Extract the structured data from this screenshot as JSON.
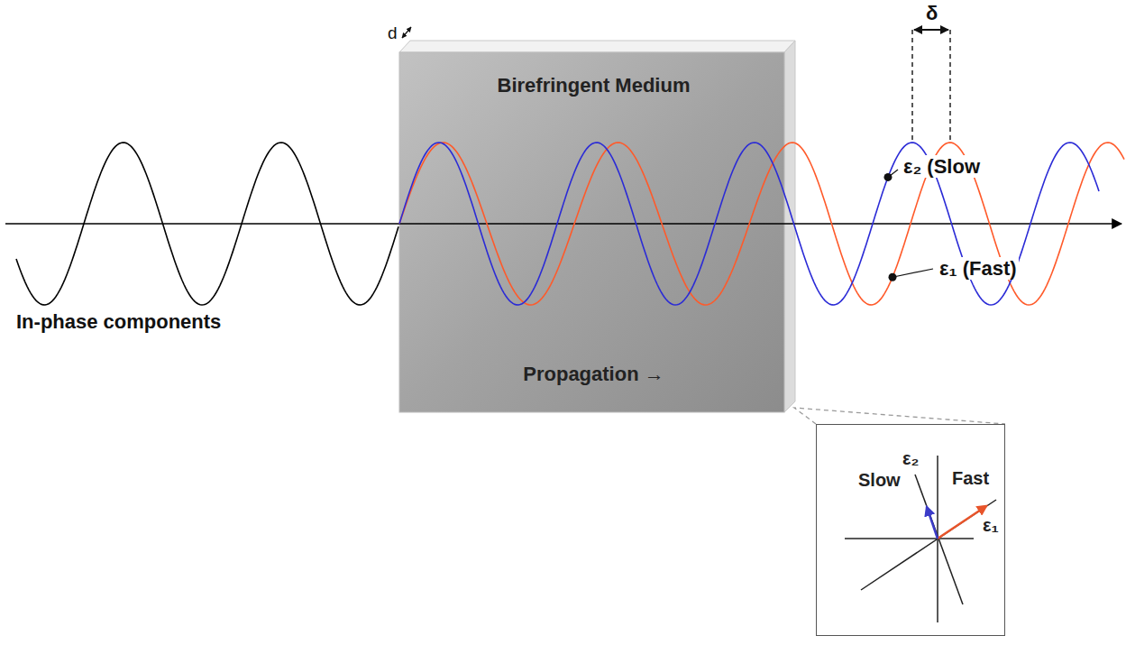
{
  "diagram": {
    "nodes": [
      {
        "text": [
          "Birefringent Medium",
          "Propagation →"
        ]
      },
      {
        "text": [
          "ε₂",
          "Slow",
          "Fast",
          "ε₁"
        ]
      }
    ],
    "edges": [
      {
        "from": 0,
        "to": 1,
        "arrow": "none"
      }
    ],
    "labels": [
      "d",
      "δ",
      "In-phase components",
      "ε₂ (Slow",
      "ε₁ (Fast)"
    ]
  }
}
